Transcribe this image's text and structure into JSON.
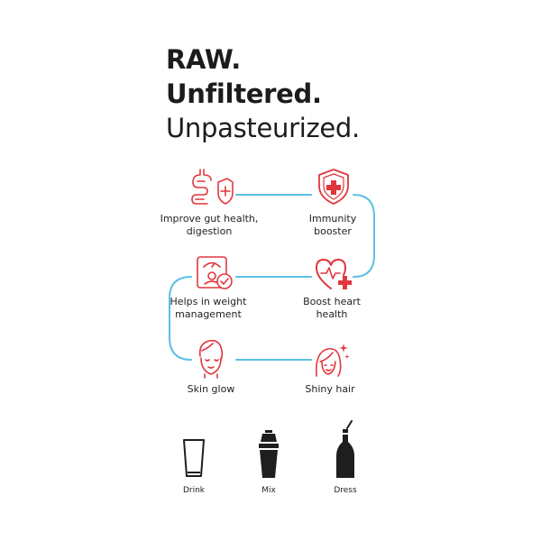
{
  "headline": {
    "line1": "RAW.",
    "line2": "Unfiltered.",
    "line3": "Unpasteurized."
  },
  "colors": {
    "text": "#1c1c1c",
    "icon_red": "#e0373d",
    "connector_blue": "#5bbfe3",
    "usage_dark": "#1e1e1e"
  },
  "benefits": [
    {
      "label": "Improve gut health, digestion",
      "icon": "gut-shield-icon"
    },
    {
      "label": "Immunity booster",
      "icon": "shield-cross-icon"
    },
    {
      "label": "Helps in weight management",
      "icon": "weight-scale-icon"
    },
    {
      "label": "Boost heart health",
      "icon": "heart-plus-icon"
    },
    {
      "label": "Skin glow",
      "icon": "face-glow-icon"
    },
    {
      "label": "Shiny hair",
      "icon": "shiny-hair-icon"
    }
  ],
  "usage": [
    {
      "label": "Drink",
      "icon": "glass-icon"
    },
    {
      "label": "Mix",
      "icon": "shaker-icon"
    },
    {
      "label": "Dress",
      "icon": "pour-bottle-icon"
    }
  ]
}
